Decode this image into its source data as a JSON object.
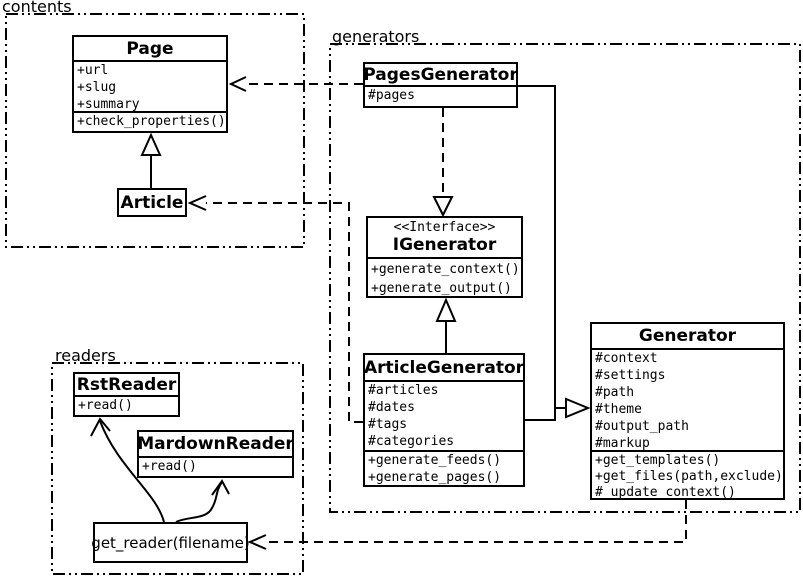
{
  "diagram_title": "pelican content/generator/reader class diagram",
  "colors": {
    "ink": "#000000",
    "background": "#ffffff"
  },
  "packages": {
    "contents": {
      "label": "contents"
    },
    "generators": {
      "label": "generators"
    },
    "readers": {
      "label": "readers"
    }
  },
  "classes": {
    "page": {
      "name": "Page",
      "attributes": [
        "+url",
        "+slug",
        "+summary"
      ],
      "methods": [
        "+check_properties()"
      ]
    },
    "article": {
      "name": "Article"
    },
    "pages_generator": {
      "name": "PagesGenerator",
      "attributes": [
        "#pages"
      ]
    },
    "igenerator": {
      "stereotype": "<<Interface>>",
      "name": "IGenerator",
      "methods": [
        "+generate_context()",
        "+generate_output()"
      ]
    },
    "article_generator": {
      "name": "ArticleGenerator",
      "attributes": [
        "#articles",
        "#dates",
        "#tags",
        "#categories"
      ],
      "methods": [
        "+generate_feeds()",
        "+generate_pages()"
      ]
    },
    "generator": {
      "name": "Generator",
      "attributes": [
        "#context",
        "#settings",
        "#path",
        "#theme",
        "#output_path",
        "#markup"
      ],
      "methods": [
        "+get_templates()",
        "+get_files(path,exclude)",
        "#_update_context()"
      ]
    },
    "rst_reader": {
      "name": "RstReader",
      "methods": [
        "+read()"
      ]
    },
    "mardown_reader": {
      "name": "MardownReader",
      "methods": [
        "+read()"
      ]
    },
    "get_reader": {
      "label": "get_reader(filename)"
    }
  },
  "relationships": [
    {
      "from": "Article",
      "to": "Page",
      "type": "generalization"
    },
    {
      "from": "PagesGenerator",
      "to": "Page",
      "type": "dependency"
    },
    {
      "from": "PagesGenerator",
      "to": "IGenerator",
      "type": "realization"
    },
    {
      "from": "ArticleGenerator",
      "to": "IGenerator",
      "type": "generalization"
    },
    {
      "from": "PagesGenerator",
      "to": "Generator",
      "type": "generalization"
    },
    {
      "from": "ArticleGenerator",
      "to": "Generator",
      "type": "generalization"
    },
    {
      "from": "ArticleGenerator",
      "to": "Article",
      "type": "dependency"
    },
    {
      "from": "Generator",
      "to": "get_reader(filename)",
      "type": "dependency"
    },
    {
      "from": "get_reader(filename)",
      "to": "RstReader",
      "type": "arrow"
    },
    {
      "from": "get_reader(filename)",
      "to": "MardownReader",
      "type": "arrow"
    }
  ]
}
